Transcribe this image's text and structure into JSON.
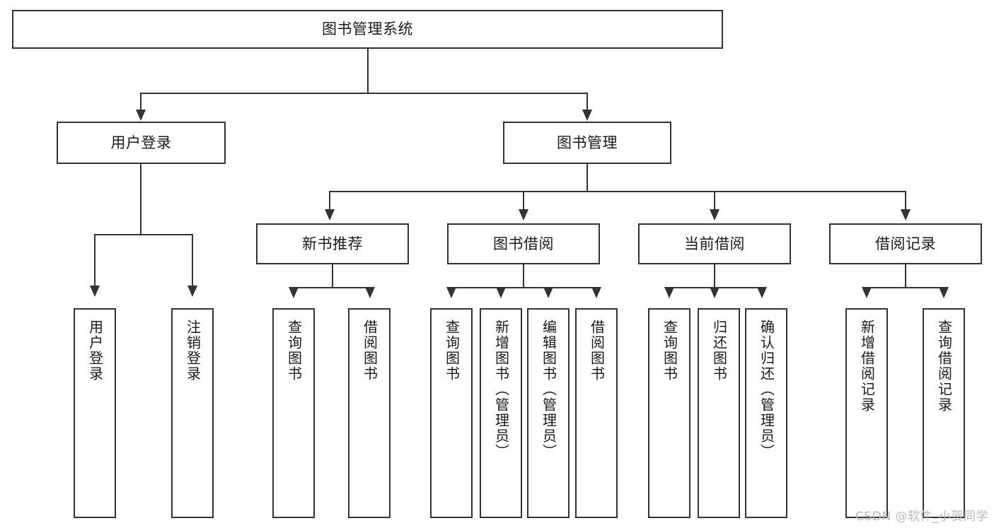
{
  "diagram": {
    "type": "tree-hierarchy-chart",
    "title": "图书管理系统",
    "root": {
      "label": "图书管理系统"
    },
    "level2": [
      {
        "label": "用户登录"
      },
      {
        "label": "图书管理"
      }
    ],
    "level3": [
      {
        "label": "新书推荐"
      },
      {
        "label": "图书借阅"
      },
      {
        "label": "当前借阅"
      },
      {
        "label": "借阅记录"
      }
    ],
    "leaves": {
      "user_login": [
        {
          "label": "用户登录"
        },
        {
          "label": "注销登录"
        }
      ],
      "new_book_recommend": [
        {
          "label": "查询图书"
        },
        {
          "label": "借阅图书"
        }
      ],
      "book_borrow": [
        {
          "label": "查询图书"
        },
        {
          "label": "新增图书（管理员）"
        },
        {
          "label": "编辑图书（管理员）"
        },
        {
          "label": "借阅图书"
        }
      ],
      "current_borrow": [
        {
          "label": "查询图书"
        },
        {
          "label": "归还图书"
        },
        {
          "label": "确认归还（管理员）"
        }
      ],
      "borrow_record": [
        {
          "label": "新增借阅记录"
        },
        {
          "label": "查询借阅记录"
        }
      ]
    }
  },
  "watermark": {
    "text": "CSDN @软件_小贺同学"
  },
  "colors": {
    "stroke": "#333333",
    "fill": "#ffffff",
    "text": "#1a1a1a",
    "watermark": "#b9b9b9"
  }
}
